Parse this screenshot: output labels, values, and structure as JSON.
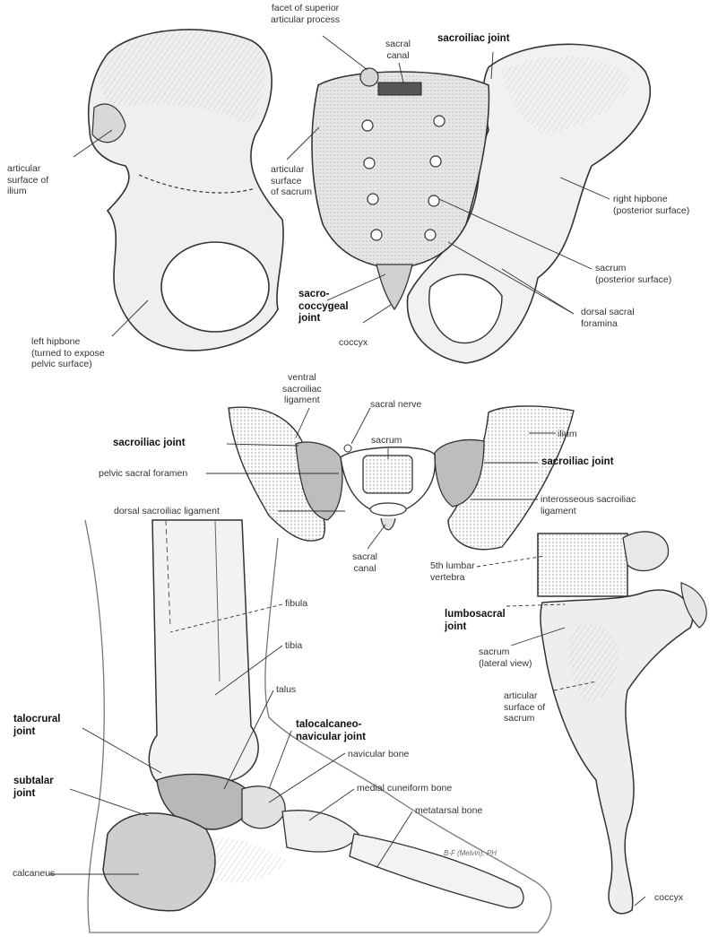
{
  "labels": {
    "facet_superior": "facet of superior\narticular process",
    "sacral_canal_top": "sacral\ncanal",
    "sacroiliac_top": "sacroiliac joint",
    "articular_ilium": "articular\nsurface of\nilium",
    "articular_sacrum_top": "articular\nsurface\nof sacrum",
    "right_hipbone": "right hipbone\n(posterior surface)",
    "sacrum_posterior": "sacrum\n(posterior surface)",
    "sacrococcygeal": "sacro-\ncoccygeal\njoint",
    "coccyx_top": "coccyx",
    "dorsal_foramina": "dorsal sacral\nforamina",
    "left_hipbone": "left hipbone\n(turned to expose\npelvic surface)",
    "ventral_lig": "ventral\nsacroiliac\nligament",
    "sacral_nerve": "sacral nerve",
    "sacrum_mid": "sacrum",
    "ilium": "ilium",
    "sacroiliac_left": "sacroiliac joint",
    "sacroiliac_right": "sacroiliac joint",
    "pelvic_foramen": "pelvic sacral foramen",
    "dorsal_lig": "dorsal sacroiliac ligament",
    "interosseous_lig": "interosseous sacroiliac\nligament",
    "sacral_canal_mid": "sacral\ncanal",
    "fifth_lumbar": "5th lumbar\nvertebra",
    "lumbosacral": "lumbosacral\njoint",
    "sacrum_lateral": "sacrum\n(lateral view)",
    "articular_sacrum_lat": "articular\nsurface of\nsacrum",
    "coccyx_bottom": "coccyx",
    "fibula": "fibula",
    "tibia": "tibia",
    "talus": "talus",
    "talocrural": "talocrural\njoint",
    "talocalcaneo": "talocalcaneo-\nnavicular joint",
    "navicular": "navicular bone",
    "medial_cuneiform": "medial cuneiform bone",
    "metatarsal": "metatarsal bone",
    "subtalar": "subtalar\njoint",
    "calcaneus": "calcaneus",
    "signature": "B-F (Melvin), PH"
  }
}
